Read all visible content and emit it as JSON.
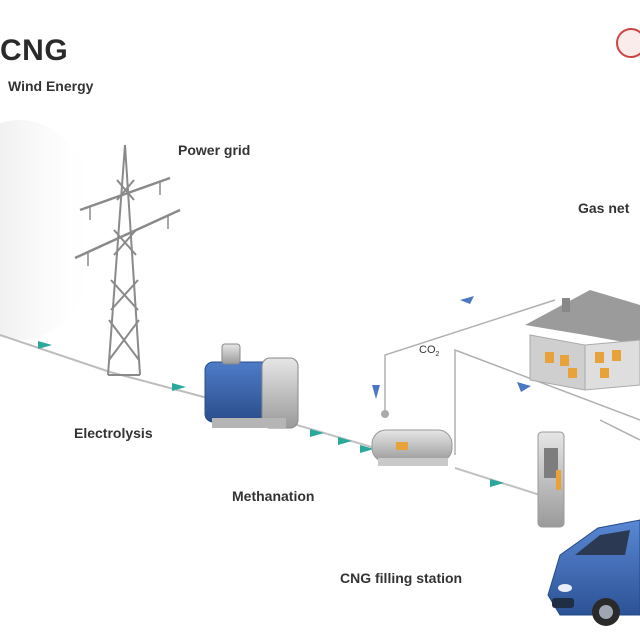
{
  "title": "CNG",
  "co2": {
    "main": "CO",
    "sub": "2"
  },
  "sections": {
    "wind": {
      "heading": "Wind Energy",
      "lines": [
        "",
        ""
      ]
    },
    "power_grid": {
      "heading": "Power grid",
      "lines": [
        "",
        ""
      ]
    },
    "gas_network": {
      "heading": "Gas net",
      "lines": [
        "",
        "",
        "",
        ""
      ]
    },
    "electrolysis": {
      "heading": "Electrolysis",
      "lines": [
        "",
        "",
        ""
      ]
    },
    "methanation": {
      "heading": "Methanation",
      "lines": [
        "",
        "",
        ""
      ]
    },
    "cng_filling": {
      "heading": "CNG filling station",
      "lines": [
        "",
        "",
        ""
      ]
    }
  },
  "colors": {
    "flow_arrow": "#2aa89b",
    "tank_blue": "#3a64b0",
    "car_blue": "#3d6fc1",
    "window_lit": "#e8a23a",
    "pipe": "#b7b7b7"
  }
}
